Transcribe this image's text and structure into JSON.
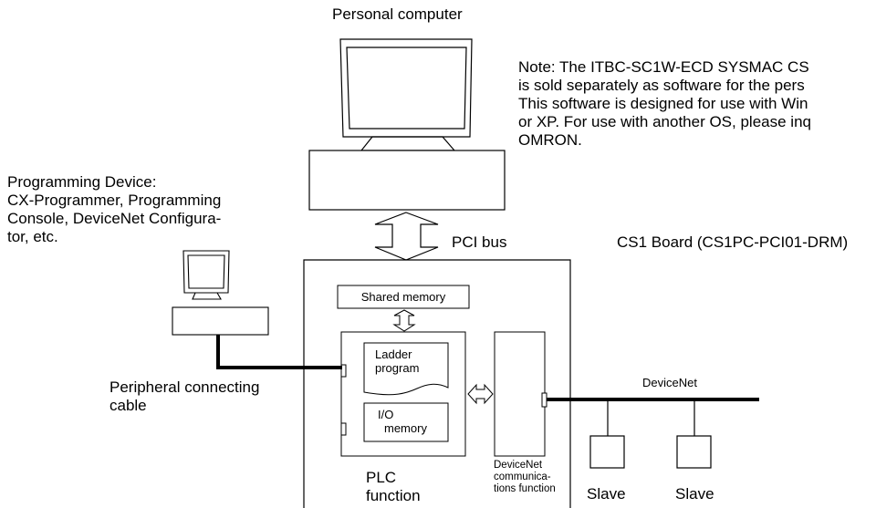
{
  "labels": {
    "personal_computer": "Personal computer",
    "note_lines": [
      "Note: The ITBC-SC1W-ECD SYSMAC CS",
      "is sold separately as software for the pers",
      "This software is designed for use with Win",
      "or XP. For use with another OS, please inq",
      "OMRON."
    ],
    "programming_device_lines": [
      "Programming Device:",
      "CX-Programmer, Programming",
      "Console, DeviceNet Configura-",
      "tor, etc."
    ],
    "pci_bus": "PCI bus",
    "cs1_board": "CS1 Board (CS1PC-PCI01-DRM)",
    "shared_memory": "Shared memory",
    "ladder_program_lines": [
      "Ladder",
      "program"
    ],
    "io_memory_lines": [
      "I/O",
      "memory"
    ],
    "peripheral_cable_lines": [
      "Peripheral connecting",
      "cable"
    ],
    "devicenet": "DeviceNet",
    "devicenet_function_lines": [
      "DeviceNet",
      "communica-",
      "tions function"
    ],
    "plc_function_lines": [
      "PLC",
      "function"
    ],
    "slave_1": "Slave",
    "slave_2": "Slave"
  },
  "colors": {
    "line": "#000000",
    "background": "#ffffff"
  }
}
